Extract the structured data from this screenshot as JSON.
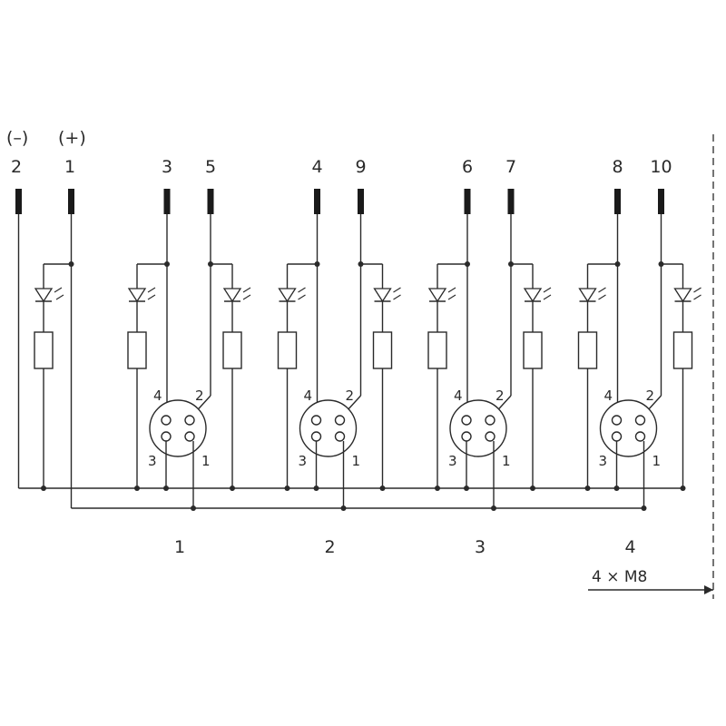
{
  "supply": {
    "minus": {
      "polarity": "(–)",
      "terminal": "2"
    },
    "plus": {
      "polarity": "(+)",
      "terminal": "1"
    }
  },
  "ports": [
    {
      "label": "1",
      "signal_a": "3",
      "signal_b": "5"
    },
    {
      "label": "2",
      "signal_a": "4",
      "signal_b": "9"
    },
    {
      "label": "3",
      "signal_a": "6",
      "signal_b": "7"
    },
    {
      "label": "4",
      "signal_a": "8",
      "signal_b": "10"
    }
  ],
  "connector_pins": [
    "4",
    "2",
    "3",
    "1"
  ],
  "footnote": "4 × M8"
}
